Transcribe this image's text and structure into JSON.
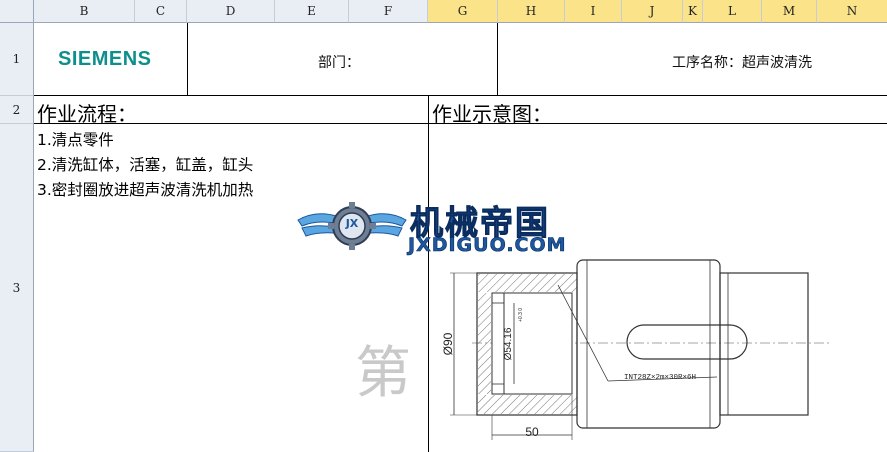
{
  "columns": [
    "B",
    "C",
    "D",
    "E",
    "F",
    "G",
    "H",
    "I",
    "J",
    "K",
    "L",
    "M",
    "N"
  ],
  "rows": [
    "1",
    "2",
    "3"
  ],
  "header": {
    "logo_text": "SIEMENS",
    "dept_label": "部门：",
    "process_name": "工序名称：超声波清洗"
  },
  "sections": {
    "workflow_title": "作业流程：",
    "diagram_title": "作业示意图："
  },
  "steps": [
    "1.清点零件",
    "2.清洗缸体，活塞，缸盖，缸头",
    "3.密封圈放进超声波清洗机加热"
  ],
  "watermark": {
    "cn": "机械帝国",
    "en": "JXDIGUO.COM",
    "emblem": "JX",
    "overlay_char": "第"
  },
  "drawing": {
    "dim_outer": "Ø90",
    "dim_inner": "Ø54.16",
    "dim_tol": "+0.3 0",
    "dim_length": "50",
    "thread_note": "INT28Z×2m×30R×6H"
  },
  "colors": {
    "logo": "#0f8f8c",
    "header_bg": "#e9edf4",
    "selected_col": "#fbe38a",
    "watermark_blue": "#1c57a0"
  }
}
